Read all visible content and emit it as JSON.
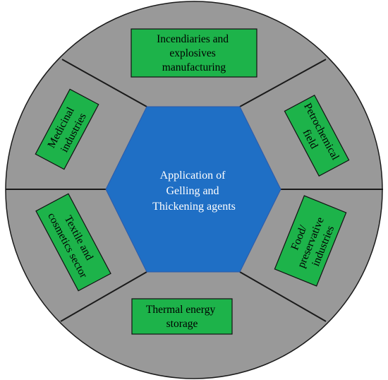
{
  "center": {
    "lines": [
      "Application of",
      "Gelling and",
      "Thickening agents"
    ]
  },
  "segments": [
    {
      "id": "top",
      "lines": [
        "Incendiaries and",
        "explosives",
        "manufacturing"
      ]
    },
    {
      "id": "upper-right",
      "lines": [
        "Petrochemical",
        "field"
      ]
    },
    {
      "id": "lower-right",
      "lines": [
        "Food/",
        "preservative",
        "industries"
      ]
    },
    {
      "id": "bottom",
      "lines": [
        "Thermal energy",
        "storage"
      ]
    },
    {
      "id": "lower-left",
      "lines": [
        "Textile and",
        "cosmetics sector"
      ]
    },
    {
      "id": "upper-left",
      "lines": [
        "Medicinal",
        "industries"
      ]
    }
  ],
  "colors": {
    "outer_circle": "#999999",
    "outline": "#1a1a1a",
    "hexagon": "#1f6fc5",
    "hexagon_border": "#2e5aa8",
    "label_box": "#1db34a",
    "label_box_border": "#111111",
    "label_text": "#000000",
    "center_text": "#ffffff"
  }
}
